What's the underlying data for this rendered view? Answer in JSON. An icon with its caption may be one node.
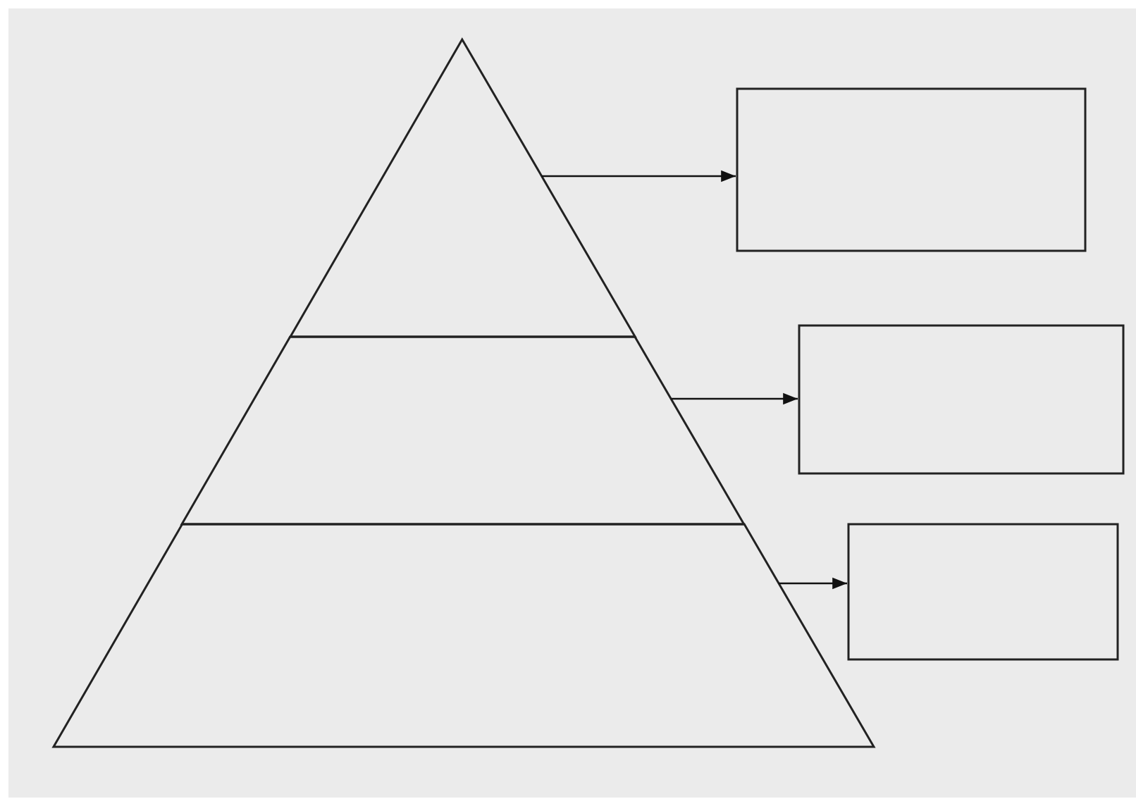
{
  "diagram": {
    "nodes": [
      {
        "text": [],
        "shape": "triangle"
      },
      {
        "text": [],
        "shape": "trapezoid"
      },
      {
        "text": [],
        "shape": "trapezoid"
      },
      {
        "text": [],
        "shape": "box"
      },
      {
        "text": [],
        "shape": "box"
      },
      {
        "text": [],
        "shape": "box"
      }
    ],
    "edges": [
      {
        "from": 0,
        "to": 3,
        "arrow": "to"
      },
      {
        "from": 1,
        "to": 4,
        "arrow": "to"
      },
      {
        "from": 2,
        "to": 5,
        "arrow": "to"
      }
    ]
  }
}
